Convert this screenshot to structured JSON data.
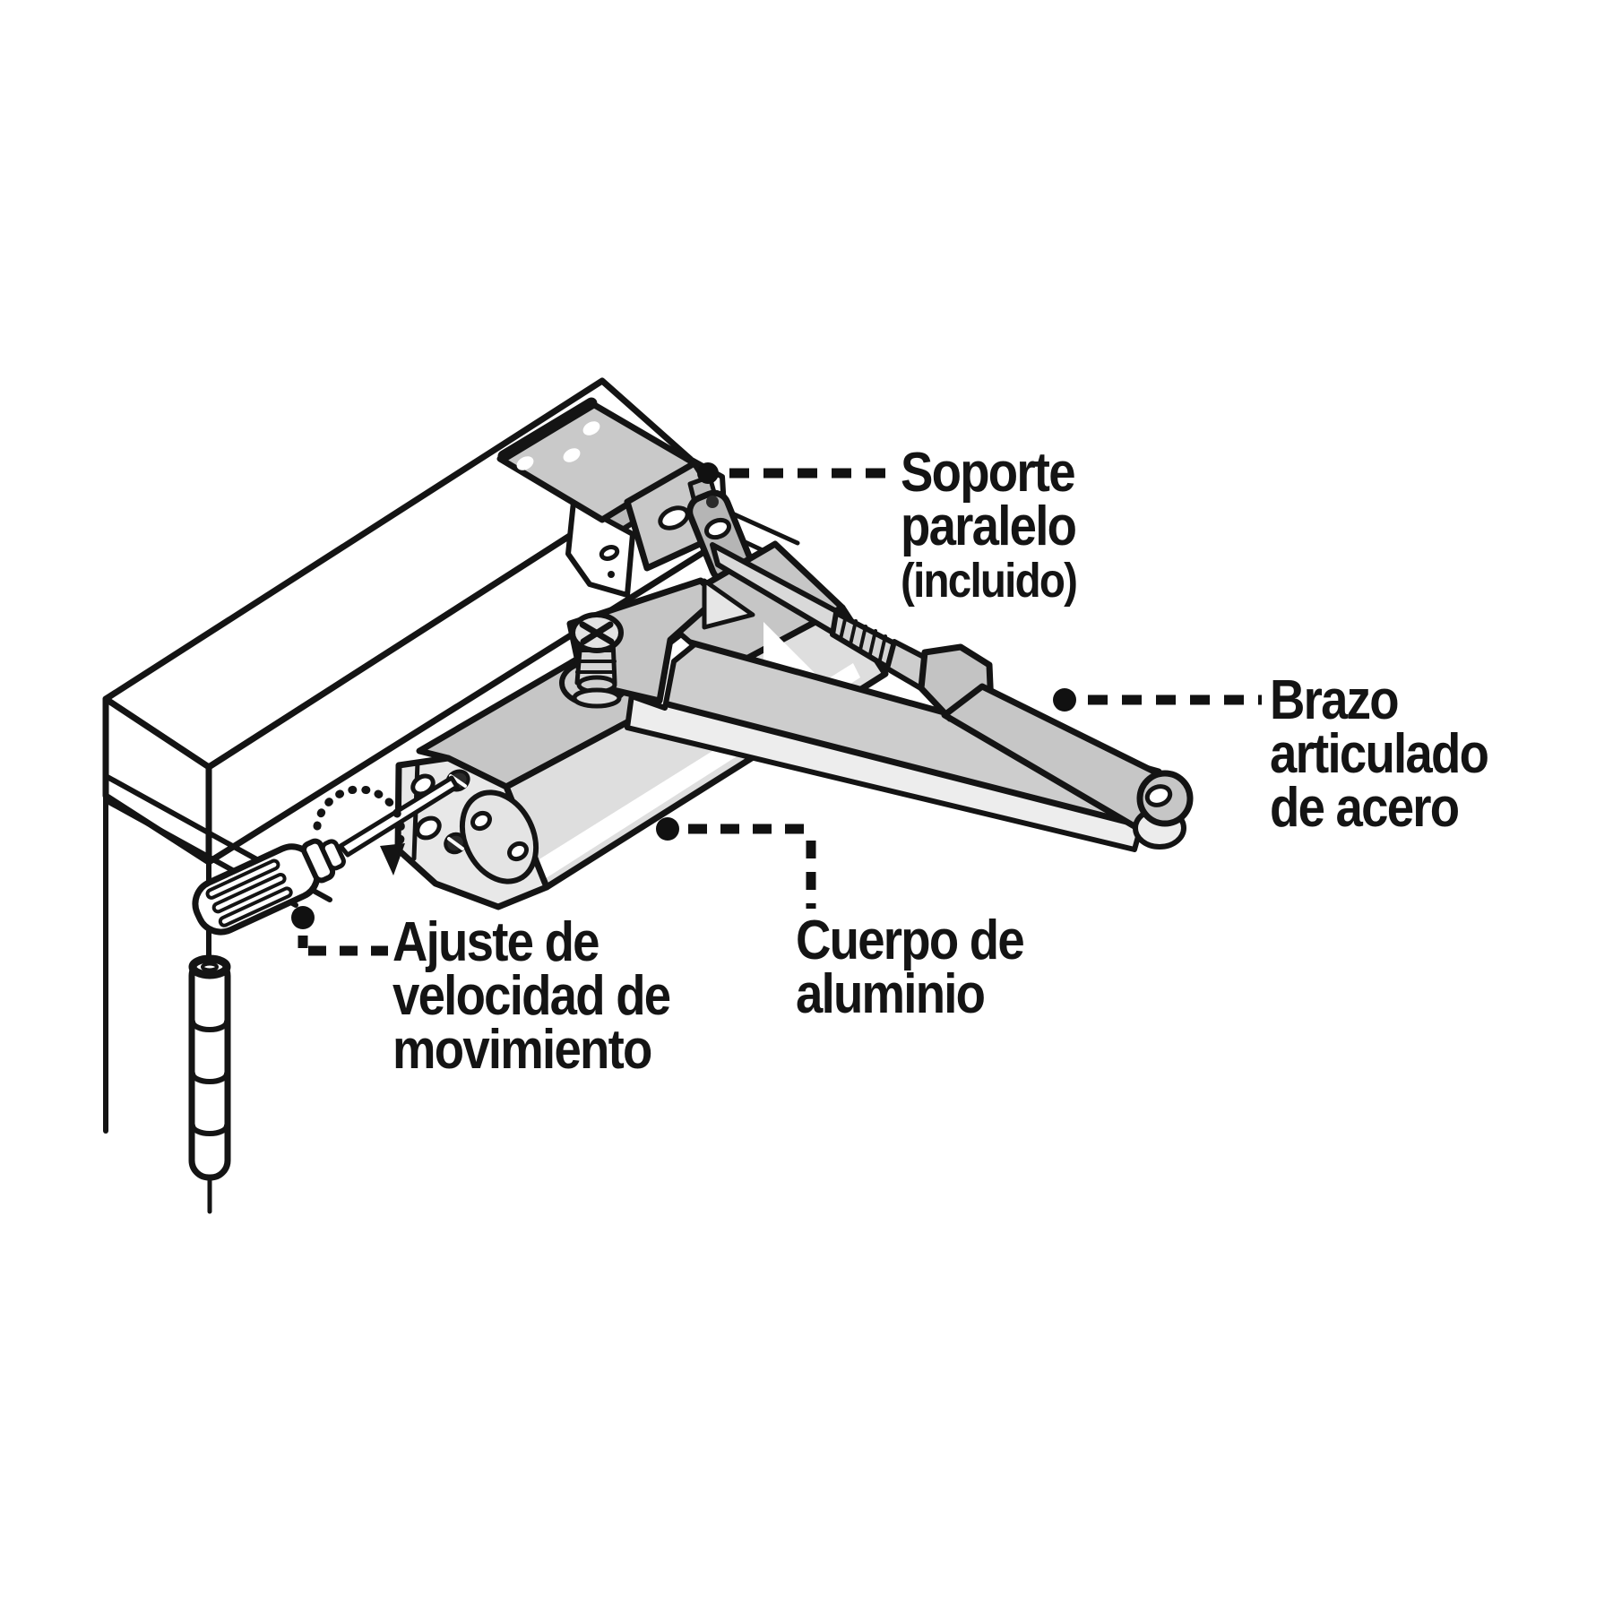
{
  "figure": {
    "type": "technical-line-illustration",
    "subject": "Hydraulic door closer mounted on a door frame with parallel bracket",
    "language": "es",
    "colors": {
      "background": "#ffffff",
      "outline": "#141414",
      "metal_mid": "#c9c9c9",
      "metal_light": "#e9e9e9",
      "metal_lighter": "#f2f2f2",
      "callout": "#111111"
    }
  },
  "labels": {
    "soporte": {
      "line1": "Soporte",
      "line2": "paralelo",
      "line3": "(incluido)"
    },
    "brazo": {
      "line1": "Brazo",
      "line2": "articulado",
      "line3": "de acero"
    },
    "cuerpo": {
      "line1": "Cuerpo de",
      "line2": "aluminio"
    },
    "ajuste": {
      "line1": "Ajuste de",
      "line2": "velocidad de",
      "line3": "movimiento"
    }
  },
  "parts": [
    "door-frame-beam",
    "door-hinge",
    "parallel-bracket",
    "aluminum-body",
    "speed-adjustment-valve",
    "screwdriver",
    "steel-articulated-arm"
  ]
}
